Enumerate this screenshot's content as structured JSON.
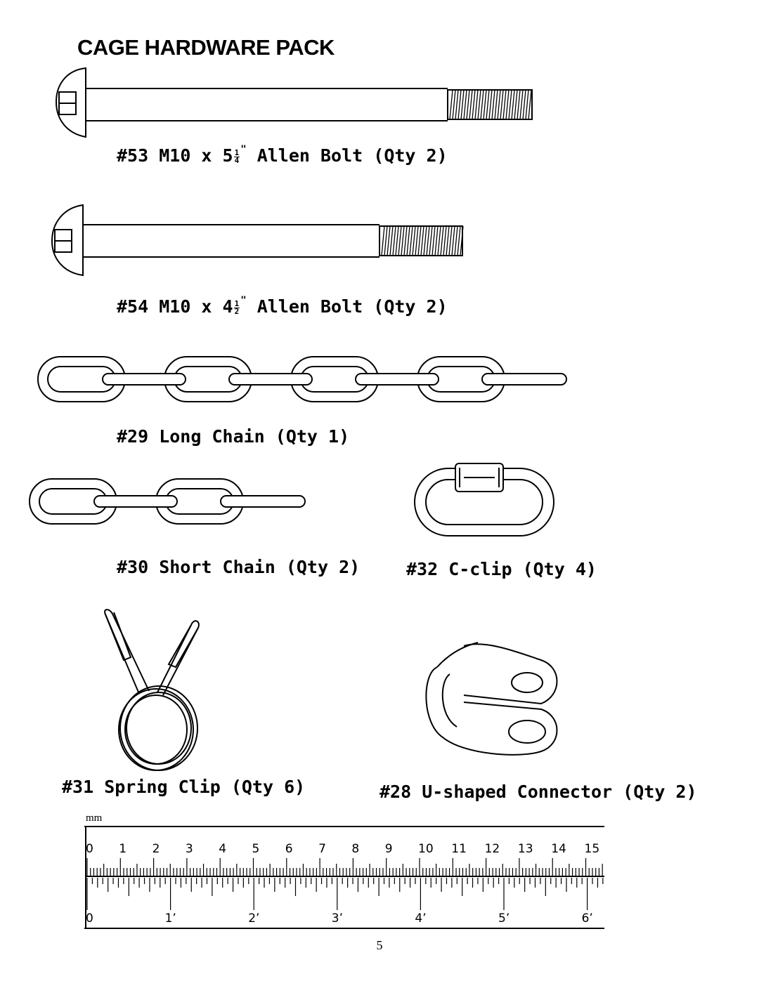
{
  "title": "CAGE HARDWARE PACK",
  "parts": [
    {
      "number": "#53",
      "size_prefix": "M10 x 5",
      "fraction_num": "1",
      "fraction_den": "4",
      "quote": "\"",
      "name": "Allen Bolt",
      "qty": "(Qty 2)"
    },
    {
      "number": "#54",
      "size_prefix": "M10 x 4",
      "fraction_num": "1",
      "fraction_den": "2",
      "quote": "\"",
      "name": "Allen Bolt",
      "qty": "(Qty 2)"
    },
    {
      "caption": "#29 Long Chain (Qty 1)"
    },
    {
      "caption": "#30 Short Chain (Qty 2)"
    },
    {
      "caption": "#32 C-clip (Qty 4)"
    },
    {
      "caption": "#31 Spring Clip (Qty 6)"
    },
    {
      "caption": "#28 U-shaped Connector (Qty 2)"
    }
  ],
  "ruler": {
    "unit_label": "mm",
    "cm_labels": [
      "0",
      "1",
      "2",
      "3",
      "4",
      "5",
      "6",
      "7",
      "8",
      "9",
      "10",
      "11",
      "12",
      "13",
      "14",
      "15"
    ],
    "inch_labels": [
      "0",
      "1’",
      "2’",
      "3’",
      "4’",
      "5’",
      "6’"
    ]
  },
  "page_number": "5"
}
